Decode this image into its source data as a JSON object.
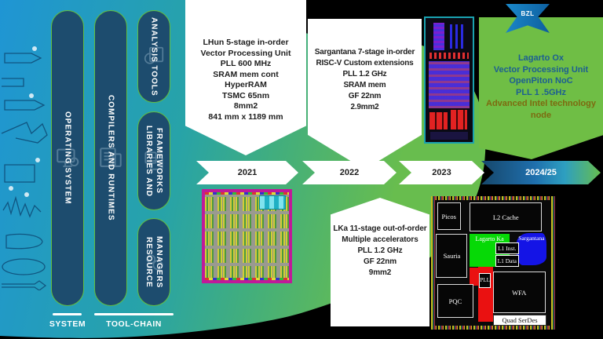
{
  "badge": {
    "label": "BZL"
  },
  "stack": {
    "pills": [
      {
        "id": "operating-system",
        "label": "OPERATING SYSTEM",
        "label_lines": [
          "OPERATING SYSTEM"
        ]
      },
      {
        "id": "compilers-and-runtimes",
        "label": "COMPILERS AND RUNTIMES",
        "label_lines": [
          "COMPILERS AND RUNTIMES"
        ]
      },
      {
        "id": "analysis-tools",
        "label": "ANALYSIS TOOLS",
        "label_lines": [
          "ANALYSIS TOOLS"
        ]
      },
      {
        "id": "libraries-and-frameworks",
        "label": "LIBRARIES AND FRAMEWORKS",
        "label_lines": [
          "LIBRARIES AND",
          "FRAMEWORKS"
        ]
      },
      {
        "id": "resource-managers",
        "label": "RESOURCE MANAGERS",
        "label_lines": [
          "RESOURCE",
          "MANAGERS"
        ]
      }
    ],
    "groups": [
      {
        "label": "SYSTEM"
      },
      {
        "label": "TOOL-CHAIN"
      }
    ]
  },
  "timeline": {
    "years": [
      {
        "label": "2021"
      },
      {
        "label": "2022"
      },
      {
        "label": "2023"
      },
      {
        "label": "2024/25",
        "highlighted": true
      }
    ]
  },
  "milestones": [
    {
      "id": "lhun",
      "year": "2021",
      "lines": [
        "LHun 5-stage in-order",
        "Vector Processing Unit",
        "PLL 600 MHz",
        "SRAM mem cont",
        "HyperRAM",
        "TSMC 65nm",
        "8mm2",
        "841 mm x 1189 mm"
      ]
    },
    {
      "id": "sargantana",
      "year": "2022",
      "lines": [
        "Sargantana 7-stage in-order",
        "RISC-V Custom extensions",
        "PLL 1.2 GHz",
        "SRAM mem",
        "GF 22nm",
        "2.9mm2"
      ]
    },
    {
      "id": "lka",
      "year": "2022",
      "lines": [
        "LKa 11-stage out-of-order",
        "Multiple accelerators",
        "PLL 1.2 GHz",
        "GF 22nm",
        "9mm2"
      ]
    },
    {
      "id": "lagarto-ox",
      "year": "2024/25",
      "lines": [
        "Lagarto Ox",
        "Vector Processing Unit",
        "OpenPiton NoC",
        "PLL 1 .5GHz"
      ],
      "highlight_line": "Advanced Intel technology node"
    }
  ],
  "floorplan": {
    "blocks": [
      {
        "label": "Picos"
      },
      {
        "label": "L2 Cache"
      },
      {
        "label": "Sauria"
      },
      {
        "label": "Lagarto Ka"
      },
      {
        "label": "Sargantana"
      },
      {
        "label": "L1 Inst."
      },
      {
        "label": "L1 Data"
      },
      {
        "label": "PLL"
      },
      {
        "label": "PQC"
      },
      {
        "label": "WFA"
      },
      {
        "label": "Quad SerDes"
      }
    ]
  },
  "colors": {
    "panel_blue": "#1f95d4",
    "swoosh_green": "#68bd4e",
    "pill_navy": "#1d4c6e",
    "pill_border": "#63be3f",
    "milestone_green_box": "#6fbe45",
    "blue_text": "#1c5e92",
    "accent_text_olive": "#7d6a10",
    "timeline_highlight_start": "#16476b",
    "timeline_highlight_end": "#66bd4f"
  }
}
